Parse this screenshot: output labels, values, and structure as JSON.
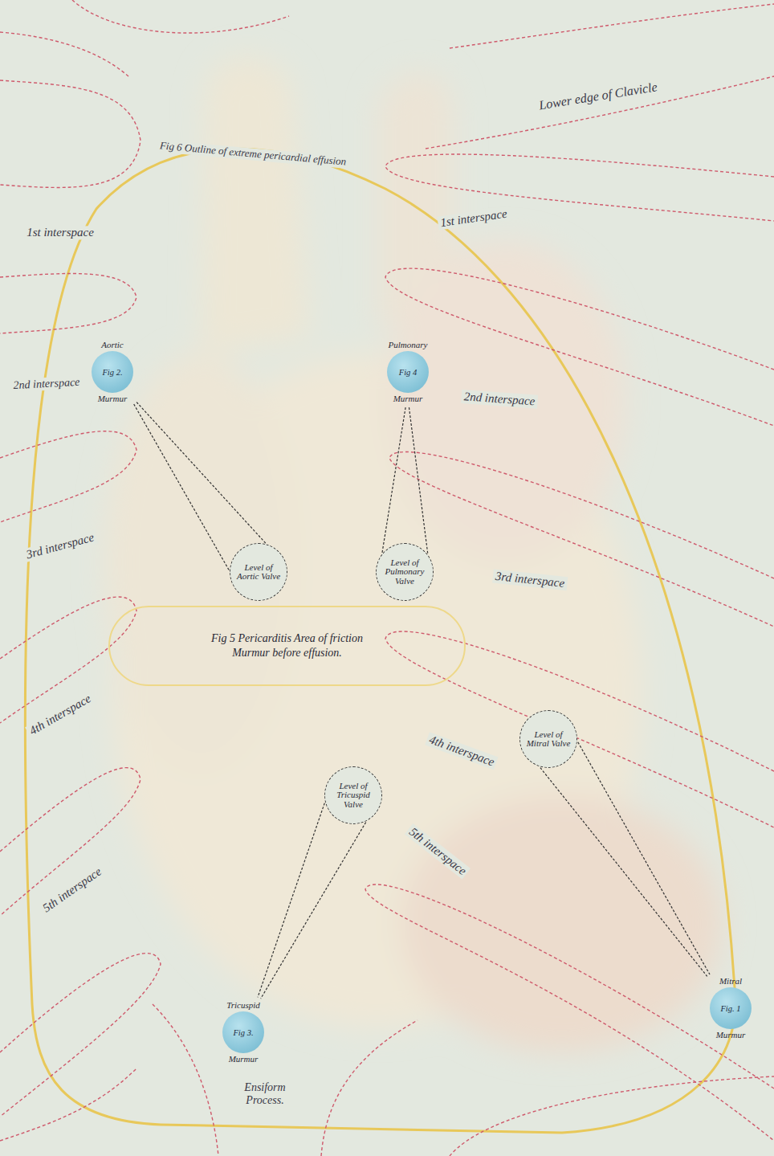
{
  "diagram": {
    "nodes": [
      {
        "text": [
          "Aortic",
          "Fig 2.",
          "Murmur"
        ]
      },
      {
        "text": [
          "Pulmonary",
          "Fig 4",
          "Murmur"
        ]
      },
      {
        "text": [
          "Level of Aortic Valve"
        ]
      },
      {
        "text": [
          "Level of Pulmonary Valve"
        ]
      },
      {
        "text": [
          "Fig 5 Pericarditis Area of friction Murmur before effusion."
        ]
      },
      {
        "text": [
          "Level of Mitral Valve"
        ]
      },
      {
        "text": [
          "Level of Tricuspid Valve"
        ]
      },
      {
        "text": [
          "Tricuspid",
          "Fig 3.",
          "Murmur"
        ]
      },
      {
        "text": [
          "Mitral",
          "Fig. 1",
          "Murmur"
        ]
      }
    ],
    "edges": [
      {
        "from": 2,
        "to": 0,
        "arrow": "none"
      },
      {
        "from": 3,
        "to": 1,
        "arrow": "none"
      },
      {
        "from": 5,
        "to": 8,
        "arrow": "none"
      },
      {
        "from": 6,
        "to": 7,
        "arrow": "none"
      }
    ],
    "labels": [
      "Lower edge of Clavicle",
      "Fig 6 Outline of extreme pericardial effusion",
      "1st interspace",
      "1st interspace",
      "2nd interspace",
      "2nd interspace",
      "3rd interspace",
      "3rd interspace",
      "4th interspace",
      "4th interspace",
      "5th interspace",
      "5th interspace",
      "Ensiform Process."
    ]
  }
}
